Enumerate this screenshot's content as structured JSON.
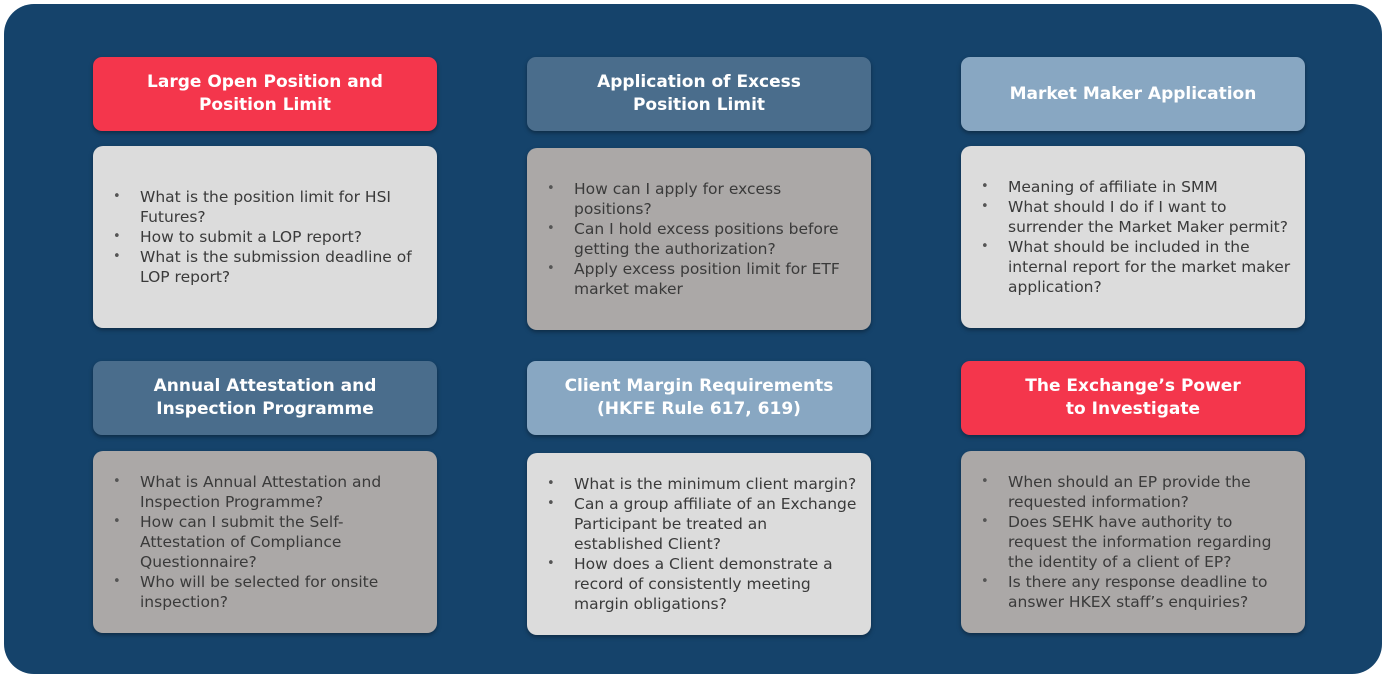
{
  "colors": {
    "background": "#15436b",
    "header_red": "#f4364c",
    "header_steel": "#4a6d8c",
    "header_light": "#88a7c2",
    "box_light": "#dcdcdc",
    "box_dark": "#aba8a7"
  },
  "cards": [
    {
      "title": "Large Open Position and\nPosition Limit",
      "items": [
        "What is the position limit for HSI Futures?",
        "How to submit a LOP report?",
        "What is the submission deadline of LOP report?"
      ]
    },
    {
      "title": "Application of Excess\nPosition Limit",
      "items": [
        "How can I apply for excess positions?",
        "Can I hold excess positions before getting the authorization?",
        "Apply excess position limit for ETF market maker"
      ]
    },
    {
      "title": "Market Maker Application",
      "items": [
        "Meaning of affiliate in SMM",
        "What should I do if I want to surrender the Market Maker permit?",
        "What should be included in the internal report for the market maker application?"
      ]
    },
    {
      "title": "Annual Attestation and\nInspection Programme",
      "items": [
        "What is Annual Attestation and Inspection Programme?",
        "How can I submit the Self-Attestation of Compliance Questionnaire?",
        "Who will be selected for onsite inspection?"
      ]
    },
    {
      "title": "Client Margin Requirements\n(HKFE Rule 617, 619)",
      "items": [
        "What is the minimum client margin?",
        "Can a group affiliate of an Exchange Participant be treated an established Client?",
        "How does a Client demonstrate a record of consistently meeting margin obligations?"
      ]
    },
    {
      "title": "The Exchange’s Power\nto Investigate",
      "items": [
        "When should an EP provide the requested information?",
        "Does SEHK have authority to request the information regarding the identity of a client of EP?",
        "Is there any response deadline to answer HKEX staff’s enquiries?"
      ]
    }
  ]
}
